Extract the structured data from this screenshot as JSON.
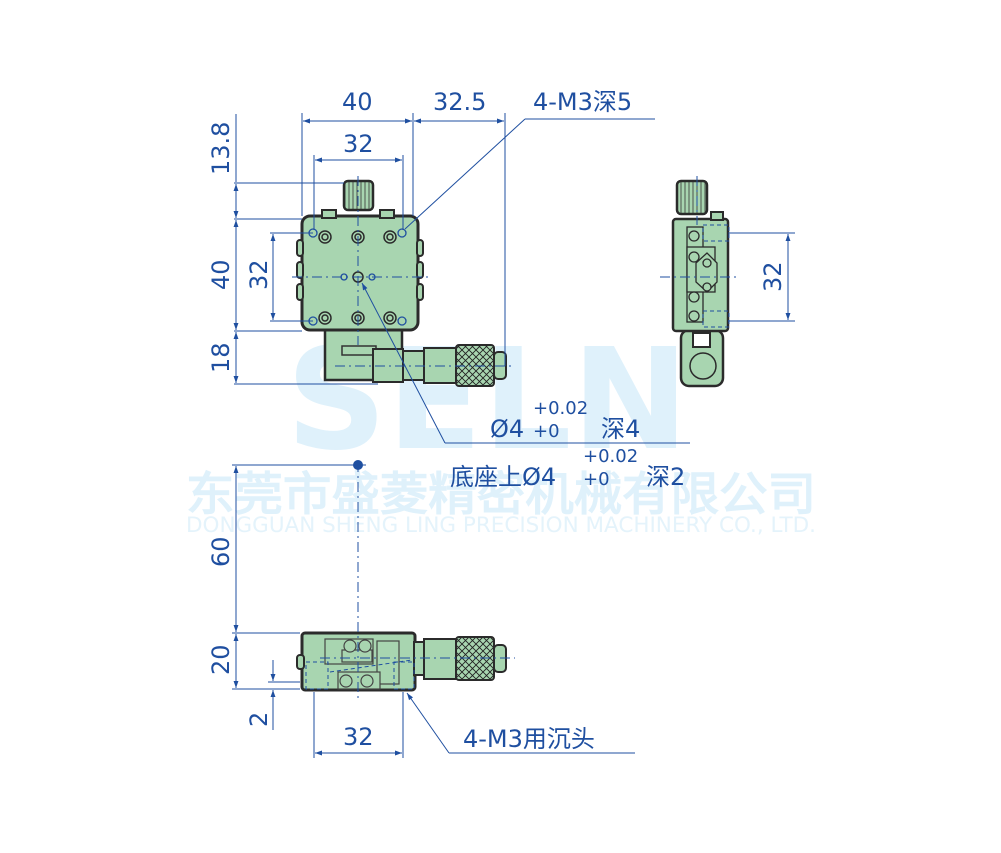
{
  "watermark": {
    "logo": "SELN",
    "company_cn": "东莞市盛菱精密机械有限公司",
    "company_en": "DONGGUAN SHENG LING PRECISION MACHINERY CO., LTD."
  },
  "colors": {
    "dimension_line": "#1f4fa0",
    "part_fill": "#a8d5b0",
    "part_outline": "#2b2b2b",
    "watermark": "#dff1fb"
  },
  "top_view": {
    "dims": {
      "width_outer": "40",
      "width_inner": "32",
      "micrometer_offset": "32.5",
      "knob_height": "13.8",
      "height_outer": "40",
      "height_inner": "32",
      "base_extension": "18"
    },
    "callout_holes": "4-M3深5",
    "callout_pin": {
      "dia": "Ø4",
      "tol_upper": "+0.02",
      "tol_lower": "+0",
      "depth": "深4"
    },
    "callout_base_pin": {
      "prefix": "底座上Ø4",
      "tol_upper": "+0.02",
      "tol_lower": "+0",
      "depth": "深2"
    }
  },
  "side_view": {
    "dims": {
      "hole_spacing": "32"
    }
  },
  "front_view": {
    "dims": {
      "center_height": "60",
      "body_height": "20",
      "base_offset": "2",
      "hole_spacing": "32"
    },
    "callout_counterbore": "4-M3用沉头"
  }
}
